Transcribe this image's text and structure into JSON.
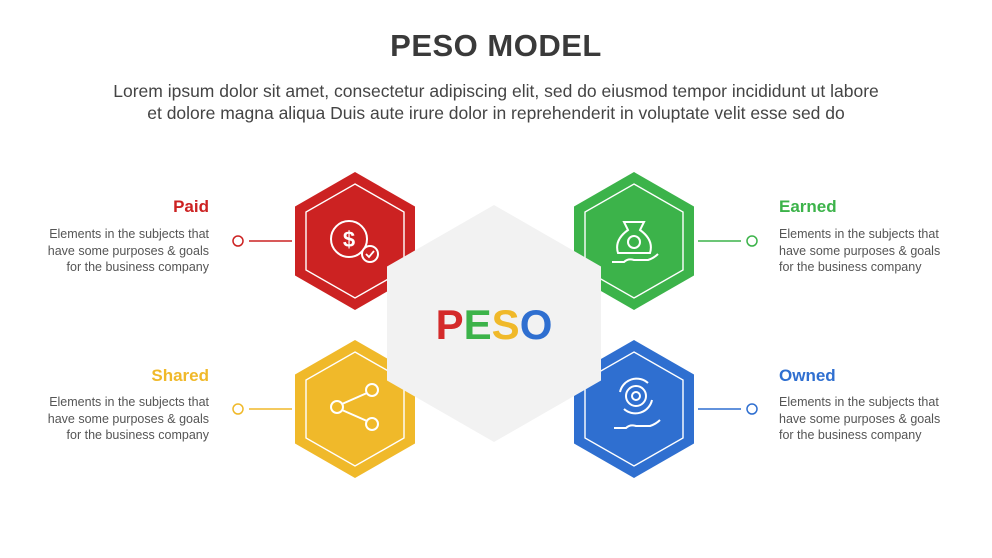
{
  "header": {
    "title": "PESO MODEL",
    "subtitle_line1": "Lorem ipsum dolor sit amet, consectetur adipiscing elit, sed do eiusmod tempor incididunt ut labore",
    "subtitle_line2": "et dolore magna aliqua Duis aute irure dolor in reprehenderit in voluptate velit esse sed do"
  },
  "center": {
    "letters": [
      "P",
      "E",
      "S",
      "O"
    ],
    "letter_colors": [
      "#d42a2a",
      "#3cb34a",
      "#f0b92a",
      "#2f6fd0"
    ],
    "hex_color": "#f2f2f2"
  },
  "items": {
    "paid": {
      "title": "Paid",
      "desc_line1": "Elements in the subjects that",
      "desc_line2": "have  some purposes & goals",
      "desc_line3": "for the  business company",
      "color": "#cc2222",
      "icon": "money-check-icon"
    },
    "shared": {
      "title": "Shared",
      "desc_line1": "Elements in the subjects that",
      "desc_line2": "have  some purposes & goals",
      "desc_line3": "for the  business company",
      "color": "#f0b92a",
      "icon": "share-icon"
    },
    "earned": {
      "title": "Earned",
      "desc_line1": "Elements in the subjects that",
      "desc_line2": "have  some purposes & goals",
      "desc_line3": "for the  business company",
      "color": "#3cb34a",
      "icon": "money-bag-hand-icon"
    },
    "owned": {
      "title": "Owned",
      "desc_line1": "Elements in the subjects that",
      "desc_line2": "have  some purposes & goals",
      "desc_line3": "for the  business company",
      "color": "#2f6fd0",
      "icon": "gear-hand-icon"
    }
  }
}
